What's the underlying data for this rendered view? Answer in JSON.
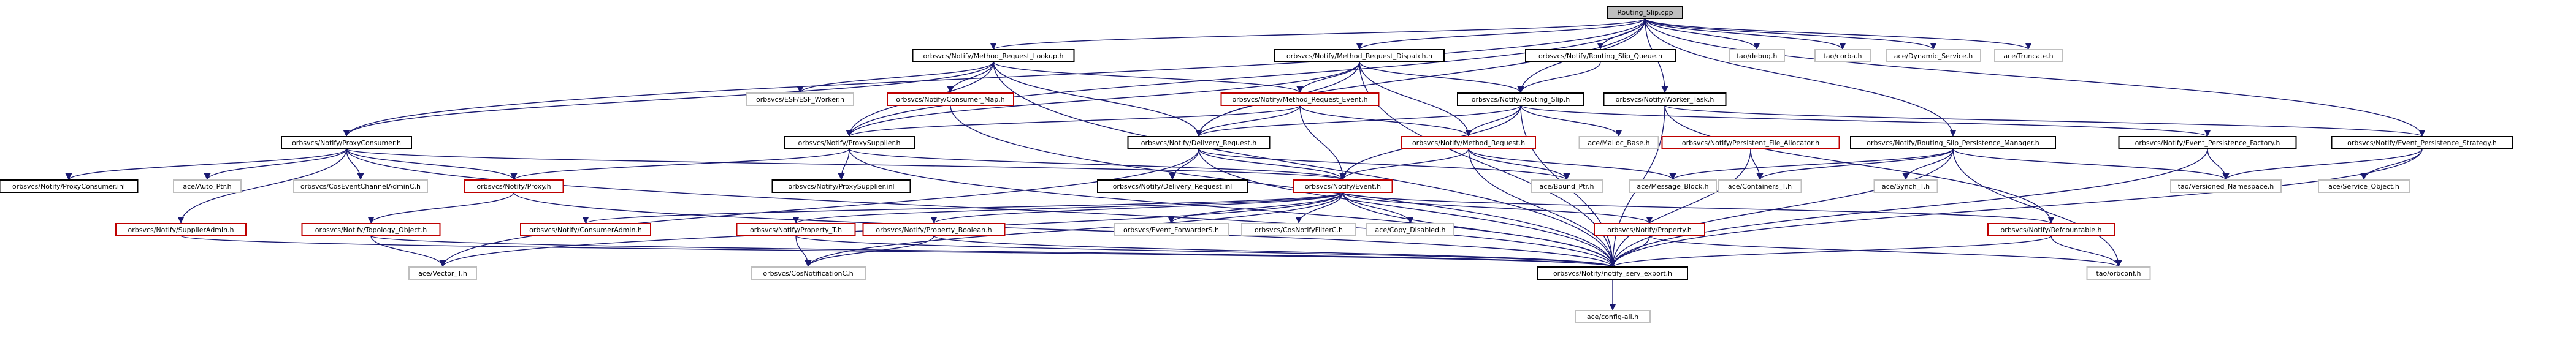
{
  "title": "Routing_Slip.cpp",
  "colors": {
    "edge": "#191970",
    "node_border_normal": "#000000",
    "node_border_red": "#bf0000",
    "node_border_gray": "#bfbfbf",
    "root_fill": "#bfbfbf"
  },
  "nodes": [
    {
      "id": "routing_slip_cpp",
      "label": "Routing_Slip.cpp",
      "style": "root"
    },
    {
      "id": "method_request_lookup",
      "label": "orbsvcs/Notify/Method_Request_Lookup.h",
      "style": "normal"
    },
    {
      "id": "method_request_dispatch",
      "label": "orbsvcs/Notify/Method_Request_Dispatch.h",
      "style": "normal"
    },
    {
      "id": "routing_slip_queue",
      "label": "orbsvcs/Notify/Routing_Slip_Queue.h",
      "style": "normal"
    },
    {
      "id": "tao_debug",
      "label": "tao/debug.h",
      "style": "gray"
    },
    {
      "id": "tao_corba",
      "label": "tao/corba.h",
      "style": "gray"
    },
    {
      "id": "ace_dynamic_service",
      "label": "ace/Dynamic_Service.h",
      "style": "gray"
    },
    {
      "id": "ace_truncate",
      "label": "ace/Truncate.h",
      "style": "gray"
    },
    {
      "id": "esf_worker",
      "label": "orbsvcs/ESF/ESF_Worker.h",
      "style": "gray"
    },
    {
      "id": "consumer_map",
      "label": "orbsvcs/Notify/Consumer_Map.h",
      "style": "red"
    },
    {
      "id": "method_request_event",
      "label": "orbsvcs/Notify/Method_Request_Event.h",
      "style": "red"
    },
    {
      "id": "routing_slip_h",
      "label": "orbsvcs/Notify/Routing_Slip.h",
      "style": "normal"
    },
    {
      "id": "worker_task",
      "label": "orbsvcs/Notify/Worker_Task.h",
      "style": "normal"
    },
    {
      "id": "proxy_consumer",
      "label": "orbsvcs/Notify/ProxyConsumer.h",
      "style": "normal"
    },
    {
      "id": "proxy_supplier",
      "label": "orbsvcs/Notify/ProxySupplier.h",
      "style": "normal"
    },
    {
      "id": "delivery_request",
      "label": "orbsvcs/Notify/Delivery_Request.h",
      "style": "normal"
    },
    {
      "id": "ace_malloc_base",
      "label": "ace/Malloc_Base.h",
      "style": "gray"
    },
    {
      "id": "method_request",
      "label": "orbsvcs/Notify/Method_Request.h",
      "style": "red"
    },
    {
      "id": "persistent_file_allocator",
      "label": "orbsvcs/Notify/Persistent_File_Allocator.h",
      "style": "red"
    },
    {
      "id": "rs_persistence_manager",
      "label": "orbsvcs/Notify/Routing_Slip_Persistence_Manager.h",
      "style": "normal"
    },
    {
      "id": "event_persistence_factory",
      "label": "orbsvcs/Notify/Event_Persistence_Factory.h",
      "style": "normal"
    },
    {
      "id": "event_persistence_strategy",
      "label": "orbsvcs/Notify/Event_Persistence_Strategy.h",
      "style": "normal"
    },
    {
      "id": "proxy_consumer_inl",
      "label": "orbsvcs/Notify/ProxyConsumer.inl",
      "style": "normal"
    },
    {
      "id": "ace_auto_ptr",
      "label": "ace/Auto_Ptr.h",
      "style": "gray"
    },
    {
      "id": "cos_event_channel_admin",
      "label": "orbsvcs/CosEventChannelAdminC.h",
      "style": "gray"
    },
    {
      "id": "proxy_h",
      "label": "orbsvcs/Notify/Proxy.h",
      "style": "red"
    },
    {
      "id": "proxy_supplier_inl",
      "label": "orbsvcs/Notify/ProxySupplier.inl",
      "style": "normal"
    },
    {
      "id": "delivery_request_inl",
      "label": "orbsvcs/Notify/Delivery_Request.inl",
      "style": "normal"
    },
    {
      "id": "ace_bound_ptr",
      "label": "ace/Bound_Ptr.h",
      "style": "gray"
    },
    {
      "id": "event_h",
      "label": "orbsvcs/Notify/Event.h",
      "style": "red"
    },
    {
      "id": "ace_message_block",
      "label": "ace/Message_Block.h",
      "style": "gray"
    },
    {
      "id": "ace_containers_t",
      "label": "ace/Containers_T.h",
      "style": "gray"
    },
    {
      "id": "ace_synch_t",
      "label": "ace/Synch_T.h",
      "style": "gray"
    },
    {
      "id": "tao_versioned_namespace",
      "label": "tao/Versioned_Namespace.h",
      "style": "gray"
    },
    {
      "id": "ace_service_object",
      "label": "ace/Service_Object.h",
      "style": "gray"
    },
    {
      "id": "supplier_admin",
      "label": "orbsvcs/Notify/SupplierAdmin.h",
      "style": "red"
    },
    {
      "id": "topology_object",
      "label": "orbsvcs/Notify/Topology_Object.h",
      "style": "red"
    },
    {
      "id": "consumer_admin",
      "label": "orbsvcs/Notify/ConsumerAdmin.h",
      "style": "red"
    },
    {
      "id": "property_t",
      "label": "orbsvcs/Notify/Property_T.h",
      "style": "red"
    },
    {
      "id": "property_boolean",
      "label": "orbsvcs/Notify/Property_Boolean.h",
      "style": "red"
    },
    {
      "id": "event_forwarder_s",
      "label": "orbsvcs/Event_ForwarderS.h",
      "style": "gray"
    },
    {
      "id": "cos_notify_filter",
      "label": "orbsvcs/CosNotifyFilterC.h",
      "style": "gray"
    },
    {
      "id": "ace_copy_disabled",
      "label": "ace/Copy_Disabled.h",
      "style": "gray"
    },
    {
      "id": "property_h",
      "label": "orbsvcs/Notify/Property.h",
      "style": "red"
    },
    {
      "id": "refcountable",
      "label": "orbsvcs/Notify/Refcountable.h",
      "style": "red"
    },
    {
      "id": "ace_vector_t",
      "label": "ace/Vector_T.h",
      "style": "gray"
    },
    {
      "id": "cos_notification",
      "label": "orbsvcs/CosNotificationC.h",
      "style": "gray"
    },
    {
      "id": "notify_serv_export",
      "label": "orbsvcs/Notify/notify_serv_export.h",
      "style": "normal"
    },
    {
      "id": "tao_orbconf",
      "label": "tao/orbconf.h",
      "style": "gray"
    },
    {
      "id": "ace_config_all",
      "label": "ace/config-all.h",
      "style": "gray"
    }
  ],
  "edges": [
    [
      "routing_slip_cpp",
      "method_request_lookup"
    ],
    [
      "routing_slip_cpp",
      "method_request_dispatch"
    ],
    [
      "routing_slip_cpp",
      "routing_slip_queue"
    ],
    [
      "routing_slip_cpp",
      "routing_slip_h"
    ],
    [
      "routing_slip_cpp",
      "worker_task"
    ],
    [
      "routing_slip_cpp",
      "tao_debug"
    ],
    [
      "routing_slip_cpp",
      "tao_corba"
    ],
    [
      "routing_slip_cpp",
      "ace_dynamic_service"
    ],
    [
      "routing_slip_cpp",
      "ace_truncate"
    ],
    [
      "routing_slip_cpp",
      "proxy_consumer"
    ],
    [
      "routing_slip_cpp",
      "proxy_supplier"
    ],
    [
      "routing_slip_cpp",
      "delivery_request"
    ],
    [
      "routing_slip_cpp",
      "rs_persistence_manager"
    ],
    [
      "routing_slip_cpp",
      "event_persistence_strategy"
    ],
    [
      "method_request_lookup",
      "esf_worker"
    ],
    [
      "method_request_lookup",
      "consumer_map"
    ],
    [
      "method_request_lookup",
      "method_request_event"
    ],
    [
      "method_request_lookup",
      "proxy_consumer"
    ],
    [
      "method_request_lookup",
      "proxy_supplier"
    ],
    [
      "method_request_lookup",
      "delivery_request"
    ],
    [
      "method_request_lookup",
      "notify_serv_export"
    ],
    [
      "method_request_dispatch",
      "method_request_event"
    ],
    [
      "method_request_dispatch",
      "proxy_supplier"
    ],
    [
      "method_request_dispatch",
      "delivery_request"
    ],
    [
      "method_request_dispatch",
      "method_request"
    ],
    [
      "method_request_dispatch",
      "notify_serv_export"
    ],
    [
      "method_request_dispatch",
      "routing_slip_h"
    ],
    [
      "routing_slip_queue",
      "routing_slip_h"
    ],
    [
      "consumer_map",
      "notify_serv_export"
    ],
    [
      "method_request_event",
      "delivery_request"
    ],
    [
      "method_request_event",
      "method_request"
    ],
    [
      "method_request_event",
      "event_h"
    ],
    [
      "method_request_event",
      "proxy_supplier"
    ],
    [
      "routing_slip_h",
      "ace_malloc_base"
    ],
    [
      "routing_slip_h",
      "delivery_request"
    ],
    [
      "routing_slip_h",
      "method_request"
    ],
    [
      "routing_slip_h",
      "event_persistence_factory"
    ],
    [
      "routing_slip_h",
      "event_h"
    ],
    [
      "routing_slip_h",
      "notify_serv_export"
    ],
    [
      "worker_task",
      "event_persistence_strategy"
    ],
    [
      "worker_task",
      "notify_serv_export"
    ],
    [
      "worker_task",
      "refcountable"
    ],
    [
      "proxy_consumer",
      "proxy_consumer_inl"
    ],
    [
      "proxy_consumer",
      "ace_auto_ptr"
    ],
    [
      "proxy_consumer",
      "cos_event_channel_admin"
    ],
    [
      "proxy_consumer",
      "proxy_h"
    ],
    [
      "proxy_consumer",
      "supplier_admin"
    ],
    [
      "proxy_consumer",
      "event_h"
    ],
    [
      "proxy_consumer",
      "notify_serv_export"
    ],
    [
      "proxy_supplier",
      "proxy_supplier_inl"
    ],
    [
      "proxy_supplier",
      "proxy_h"
    ],
    [
      "proxy_supplier",
      "event_h"
    ],
    [
      "proxy_supplier",
      "notify_serv_export"
    ],
    [
      "delivery_request",
      "delivery_request_inl"
    ],
    [
      "delivery_request",
      "ace_bound_ptr"
    ],
    [
      "delivery_request",
      "event_h"
    ],
    [
      "delivery_request",
      "ace_vector_t"
    ],
    [
      "delivery_request",
      "notify_serv_export"
    ],
    [
      "method_request",
      "event_h"
    ],
    [
      "method_request",
      "ace_message_block"
    ],
    [
      "method_request",
      "ace_bound_ptr"
    ],
    [
      "method_request",
      "notify_serv_export"
    ],
    [
      "persistent_file_allocator",
      "ace_containers_t"
    ],
    [
      "persistent_file_allocator",
      "notify_serv_export"
    ],
    [
      "rs_persistence_manager",
      "ace_message_block"
    ],
    [
      "rs_persistence_manager",
      "ace_synch_t"
    ],
    [
      "rs_persistence_manager",
      "ace_containers_t"
    ],
    [
      "rs_persistence_manager",
      "tao_versioned_namespace"
    ],
    [
      "rs_persistence_manager",
      "notify_serv_export"
    ],
    [
      "rs_persistence_manager",
      "tao_orbconf"
    ],
    [
      "event_persistence_factory",
      "tao_versioned_namespace"
    ],
    [
      "event_persistence_factory",
      "notify_serv_export"
    ],
    [
      "event_persistence_strategy",
      "ace_service_object"
    ],
    [
      "event_persistence_strategy",
      "tao_versioned_namespace"
    ],
    [
      "event_persistence_strategy",
      "notify_serv_export"
    ],
    [
      "proxy_h",
      "topology_object"
    ],
    [
      "proxy_h",
      "notify_serv_export"
    ],
    [
      "event_h",
      "consumer_admin"
    ],
    [
      "event_h",
      "property_t"
    ],
    [
      "event_h",
      "property_boolean"
    ],
    [
      "event_h",
      "event_forwarder_s"
    ],
    [
      "event_h",
      "cos_notify_filter"
    ],
    [
      "event_h",
      "ace_copy_disabled"
    ],
    [
      "event_h",
      "property_h"
    ],
    [
      "event_h",
      "refcountable"
    ],
    [
      "event_h",
      "cos_notification"
    ],
    [
      "event_h",
      "notify_serv_export"
    ],
    [
      "event_h",
      "ace_vector_t"
    ],
    [
      "supplier_admin",
      "notify_serv_export"
    ],
    [
      "topology_object",
      "ace_vector_t"
    ],
    [
      "topology_object",
      "notify_serv_export"
    ],
    [
      "property_t",
      "cos_notification"
    ],
    [
      "property_t",
      "notify_serv_export"
    ],
    [
      "property_boolean",
      "cos_notification"
    ],
    [
      "property_boolean",
      "notify_serv_export"
    ],
    [
      "property_h",
      "notify_serv_export"
    ],
    [
      "property_h",
      "tao_orbconf"
    ],
    [
      "refcountable",
      "notify_serv_export"
    ],
    [
      "refcountable",
      "tao_orbconf"
    ],
    [
      "notify_serv_export",
      "ace_config_all"
    ]
  ]
}
